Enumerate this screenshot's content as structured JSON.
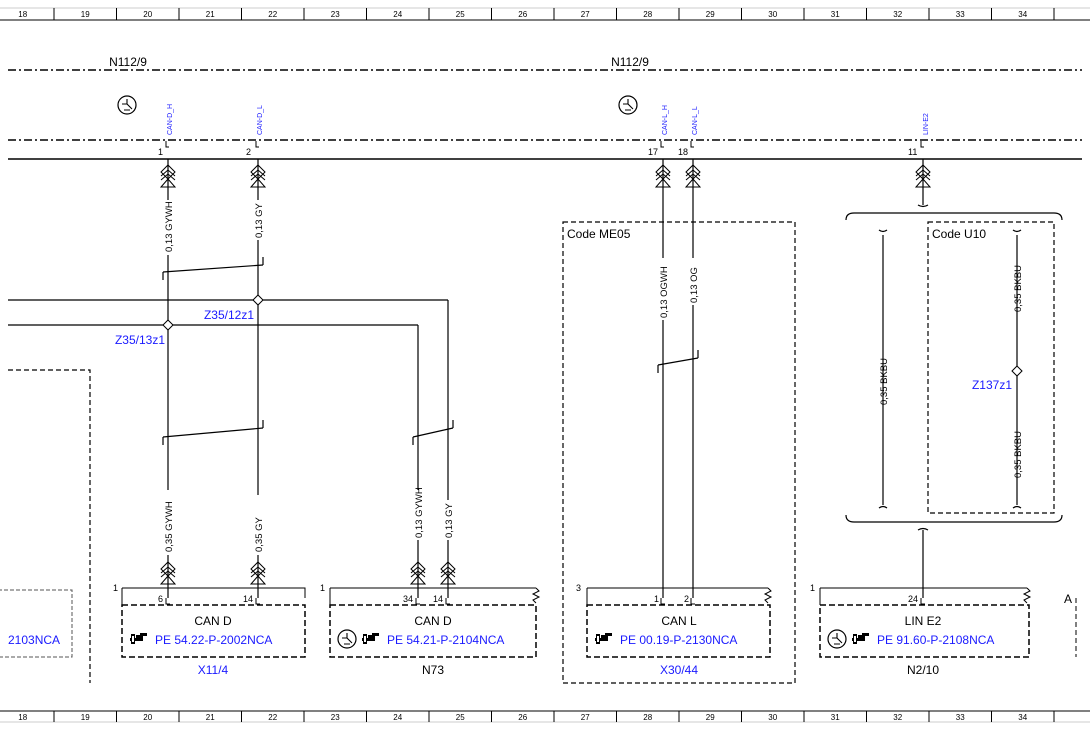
{
  "ruler": {
    "numbers": [
      "18",
      "19",
      "20",
      "21",
      "22",
      "23",
      "24",
      "25",
      "26",
      "27",
      "28",
      "29",
      "30",
      "31",
      "32",
      "33",
      "34"
    ]
  },
  "top": {
    "ecu_left": "N112/9",
    "ecu_right": "N112/9",
    "signals": {
      "can_d_h": "CAN-D_H",
      "can_d_l": "CAN-D_L",
      "can_l_h": "CAN-L_H",
      "can_l_l": "CAN-L_L",
      "lin_e2": "LIN-E2"
    },
    "pins": {
      "p1": "1",
      "p2": "2",
      "p17": "17",
      "p18": "18",
      "p11": "11"
    }
  },
  "wires": {
    "w1": "0,13 GYWH",
    "w2": "0,13 GY",
    "w3": "0,13 OGWH",
    "w4": "0,13 OG",
    "w5": "0,35 GYWH",
    "w6": "0,35 GY",
    "w7": "0,13 GYWH",
    "w8": "0,13 GY",
    "w9": "0,35 BKBU",
    "w10": "0,35 BKBU",
    "w11": "0,35 BKBU"
  },
  "splices": {
    "z35_12": "Z35/12z1",
    "z35_13": "Z35/13z1",
    "z137": "Z137z1"
  },
  "codes": {
    "me05": "Code ME05",
    "u10": "Code U10"
  },
  "connectors": {
    "left_partial": {
      "ref": "2103NCA"
    },
    "x11": {
      "num": "1",
      "pin_a": "6",
      "pin_b": "14",
      "title": "CAN D",
      "ref": "PE 54.22-P-2002NCA",
      "name": "X11/4"
    },
    "n73": {
      "num": "1",
      "pin_a": "34",
      "pin_b": "14",
      "title": "CAN D",
      "ref": "PE 54.21-P-2104NCA",
      "name": "N73"
    },
    "x30": {
      "num": "3",
      "pin_a": "1",
      "pin_b": "2",
      "title": "CAN L",
      "ref": "PE 00.19-P-2130NCA",
      "name": "X30/44"
    },
    "n2": {
      "num": "1",
      "pin_a": "24",
      "title": "LIN E2",
      "ref": "PE 91.60-P-2108NCA",
      "name": "N2/10"
    },
    "right_letter": "A"
  },
  "icons": {
    "ground": "ground-symbol-icon",
    "hand": "pointing-hand-icon"
  }
}
